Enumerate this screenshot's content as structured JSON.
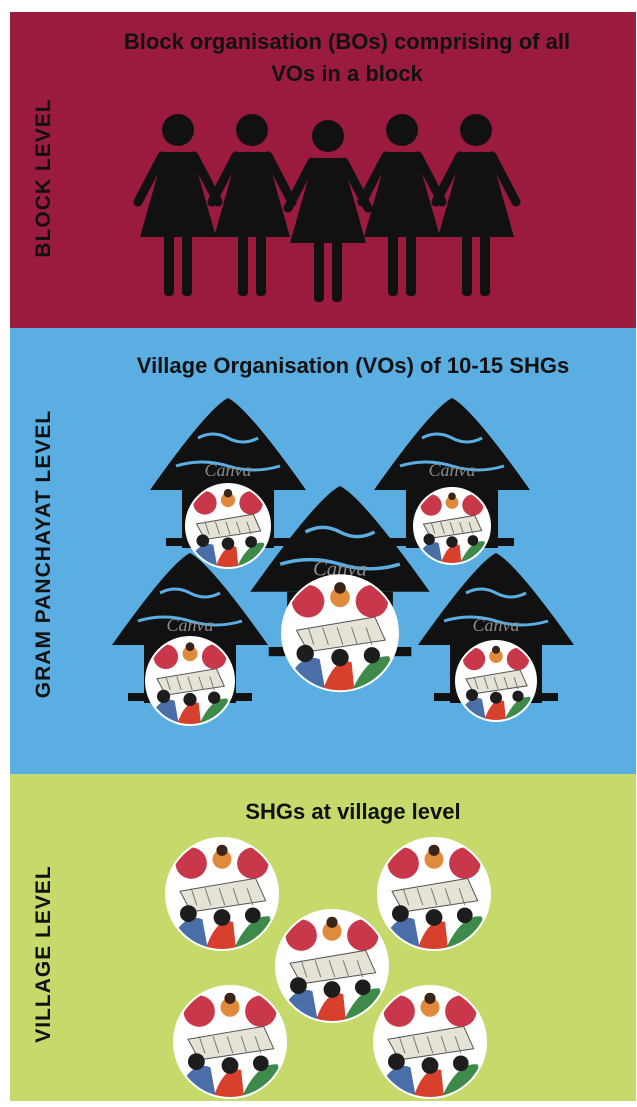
{
  "colors": {
    "block_bg": "#9b1b3f",
    "gram_bg": "#5aaee2",
    "village_bg": "#c5da6a",
    "ink": "#111111"
  },
  "block_level": {
    "side_label": "BLOCK LEVEL",
    "heading_line1": "Block organisation (BOs) comprising  of all",
    "heading_line2": "VOs in a block",
    "figure_icon": "woman-figure-icon",
    "figure_count": 5
  },
  "gram_level": {
    "side_label": "GRAM PANCHAYAT LEVEL",
    "heading": "Village Organisation  (VOs) of 10-15 SHGs",
    "hut_icon": "hut-icon",
    "hut_watermark": "Canva",
    "hut_count": 5
  },
  "village_level": {
    "side_label": "VILLAGE LEVEL",
    "heading": "SHGs at village level",
    "group_icon": "shg-group-meeting-icon",
    "group_count": 5
  }
}
